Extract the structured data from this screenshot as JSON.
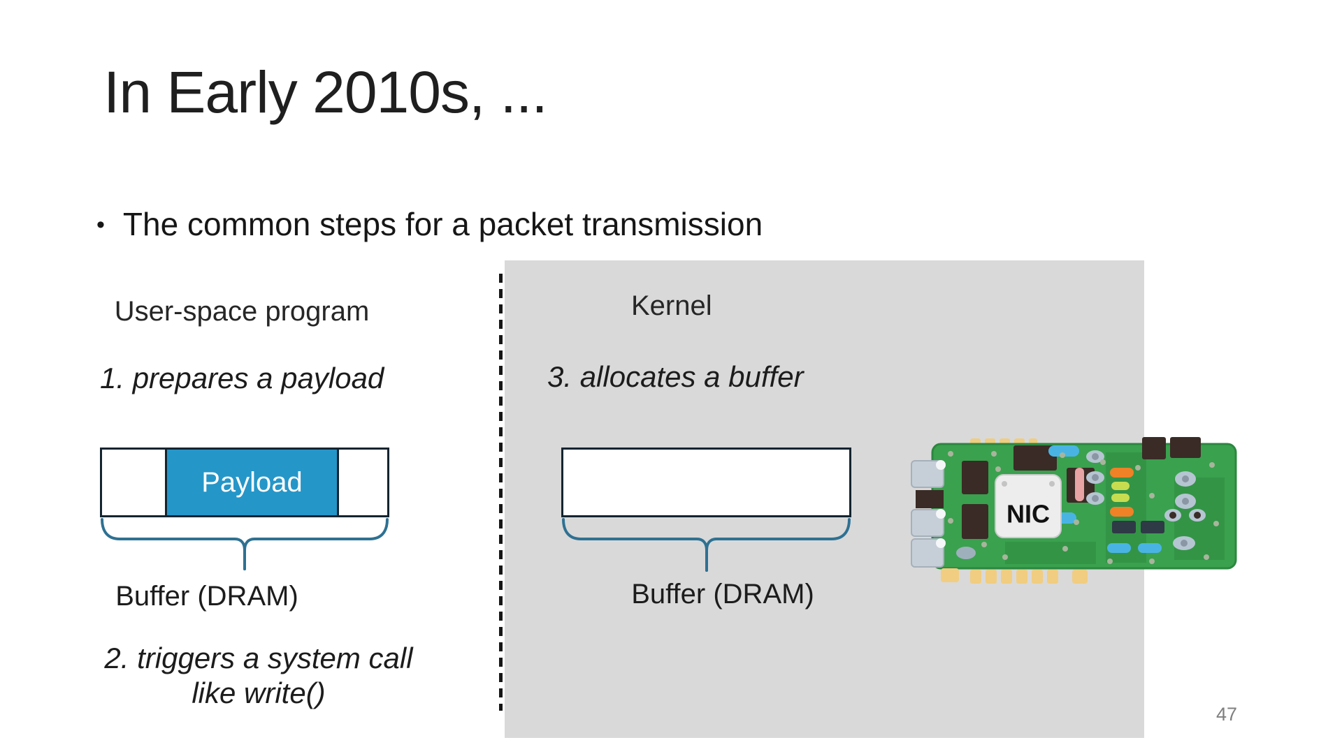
{
  "slide": {
    "title": "In Early 2010s, ...",
    "bullet_char": "•",
    "bullet": "The common steps for a packet transmission",
    "page_number": "47"
  },
  "user_space": {
    "label": "User-space program",
    "step1": "1. prepares a payload",
    "payload_label": "Payload",
    "buffer_label": "Buffer (DRAM)",
    "step2_line1": "2. triggers a system call",
    "step2_line2": "like write()"
  },
  "kernel": {
    "label": "Kernel",
    "step3": "3. allocates a buffer",
    "buffer_label": "Buffer (DRAM)"
  },
  "nic": {
    "label": "NIC"
  },
  "colors": {
    "payload_blue": "#2596c8",
    "kernel_panel_gray": "#d9d9d9",
    "brace_teal": "#2e7192",
    "buffer_border": "#142430",
    "page_number_gray": "#7f7f7f",
    "nic_board_green": "#3aa14e"
  }
}
